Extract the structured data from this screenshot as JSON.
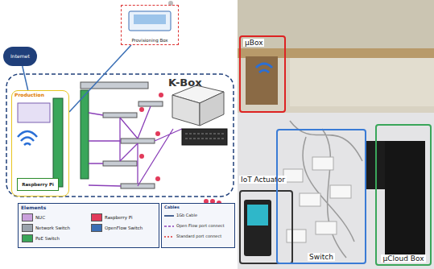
{
  "diagram": {
    "nodes": [
      {
        "text": [
          "Internet"
        ]
      },
      {
        "text": [
          "Provisioning Box"
        ]
      },
      {
        "text": [
          "Production"
        ]
      },
      {
        "text": [
          "Raspberry Pi"
        ],
        "in": 2
      },
      {
        "text": [
          "K-Box"
        ]
      },
      {
        "text": [
          "μBox"
        ]
      },
      {
        "text": [
          "IoT Actuator"
        ]
      },
      {
        "text": [
          "Switch"
        ]
      },
      {
        "text": [
          "μCloud Box"
        ]
      }
    ],
    "edges": [
      {
        "from": 0,
        "to": 2,
        "arrow": "none"
      },
      {
        "from": 1,
        "to": 2,
        "arrow": "none"
      }
    ],
    "labels": [
      "Elements",
      "Cables"
    ],
    "legend": [
      {
        "text": "NUC",
        "color": "#c9a0dc"
      },
      {
        "text": "Raspberry Pi",
        "color": "#e23a5a"
      },
      {
        "text": "Network Switch",
        "color": "#9aa3ad"
      },
      {
        "text": "OpenFlow Switch",
        "color": "#3a6fb5"
      },
      {
        "text": "PoE Switch",
        "color": "#3aa65a"
      },
      {
        "text": "1Gb Cable"
      },
      {
        "text": "Open Flow port connect"
      },
      {
        "text": "Standard port connect"
      }
    ]
  }
}
